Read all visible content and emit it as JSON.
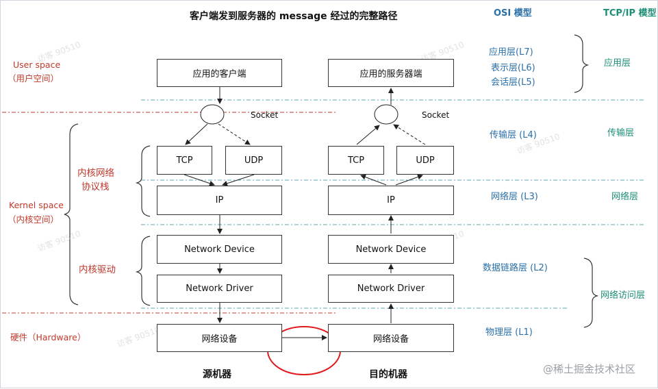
{
  "title": "客户端发到服务器的  message  经过的完整路径",
  "headers": {
    "osi": "OSI 模型",
    "tcpip": "TCP/IP 模型"
  },
  "left_labels": {
    "user_space": "User space",
    "user_space_cn": "（用户空间）",
    "kernel_stack": "内核网络",
    "kernel_stack2": "协议栈",
    "kernel_space": "Kernel space",
    "kernel_space_cn": "（内核空间）",
    "kernel_driver": "内核驱动",
    "hardware": "硬件（Hardware）"
  },
  "source": {
    "app": "应用的客户端",
    "socket": "Socket",
    "tcp": "TCP",
    "udp": "UDP",
    "ip": "IP",
    "device": "Network Device",
    "driver": "Network Driver",
    "nic": "网络设备",
    "label": "源机器"
  },
  "dest": {
    "app": "应用的服务器端",
    "socket": "Socket",
    "tcp": "TCP",
    "udp": "UDP",
    "ip": "IP",
    "device": "Network Device",
    "driver": "Network Driver",
    "nic": "网络设备",
    "label": "目的机器"
  },
  "osi_layers": {
    "l7": "应用层(L7)",
    "l6": "表示层(L6)",
    "l5": "会话层(L5)",
    "l4": "传输层 (L4)",
    "l3": "网络层 (L3)",
    "l2": "数据链路层 (L2)",
    "l1": "物理层 (L1)"
  },
  "tcpip_layers": {
    "app": "应用层",
    "transport": "传输层",
    "network": "网络层",
    "access": "网络访问层"
  },
  "watermark": "访客 90510",
  "brand": "@稀土掘金技术社区",
  "colors": {
    "red": "#c0392b",
    "osi_blue": "#2a6fa8",
    "tcp_green": "#1c8f76",
    "divider_teal": "#5aa9b0"
  }
}
